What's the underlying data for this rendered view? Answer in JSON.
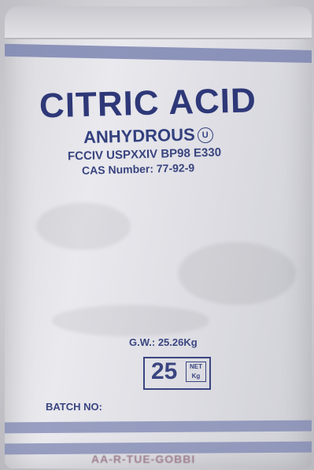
{
  "bag": {
    "title": "CITRIC ACID",
    "subtitle": "ANHYDROUS",
    "reg_mark": "U",
    "grades": "FCCIV USPXXIV BP98 E330",
    "cas": "CAS Number: 77-92-9",
    "gross_weight": "G.W.: 25.26Kg",
    "net_value": "25",
    "net_unit": "NET Kg",
    "batch_label": "BATCH NO:",
    "bottom_text": "AA-R-TUE-GOBBI"
  },
  "colors": {
    "print_blue": "#2e3878",
    "stripe_blue": "#7c85b2",
    "bag_white": "#e6e6ea"
  }
}
